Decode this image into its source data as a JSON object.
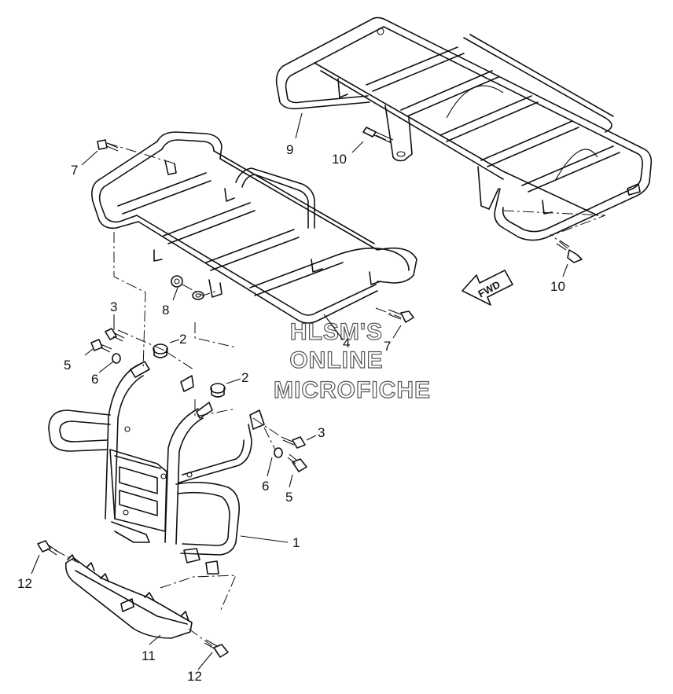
{
  "diagram": {
    "callouts": {
      "c1": "1",
      "c2a": "2",
      "c2b": "2",
      "c3a": "3",
      "c3b": "3",
      "c4": "4",
      "c5a": "5",
      "c5b": "5",
      "c6a": "6",
      "c6b": "6",
      "c7a": "7",
      "c7b": "7",
      "c8": "8",
      "c9": "9",
      "c10a": "10",
      "c10b": "10",
      "c11": "11",
      "c12a": "12",
      "c12b": "12"
    },
    "fwd_label": "FWD",
    "watermark": {
      "line1": "HLSM'S",
      "line2": "ONLINE",
      "line3": "MICROFICHE"
    }
  }
}
